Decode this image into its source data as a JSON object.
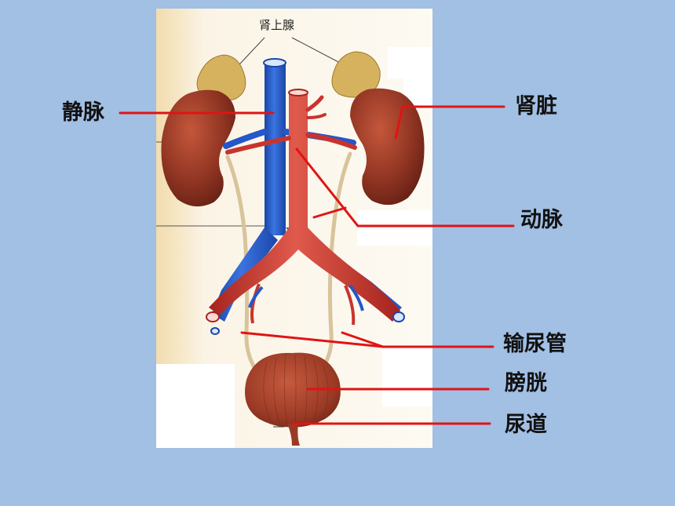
{
  "diagram": {
    "inner_caption": "肾上腺",
    "labels": {
      "vein": "静脉",
      "kidney": "肾脏",
      "artery": "动脉",
      "ureter": "输尿管",
      "bladder": "膀胱",
      "urethra": "尿道"
    },
    "colors": {
      "background": "#a2bfe4",
      "pointer_line": "#e01414",
      "vein": "#2457c9",
      "artery": "#c8342d",
      "kidney": "#8f3422",
      "adrenal_gland": "#d6b25e",
      "ureter": "#d8c49a"
    }
  }
}
